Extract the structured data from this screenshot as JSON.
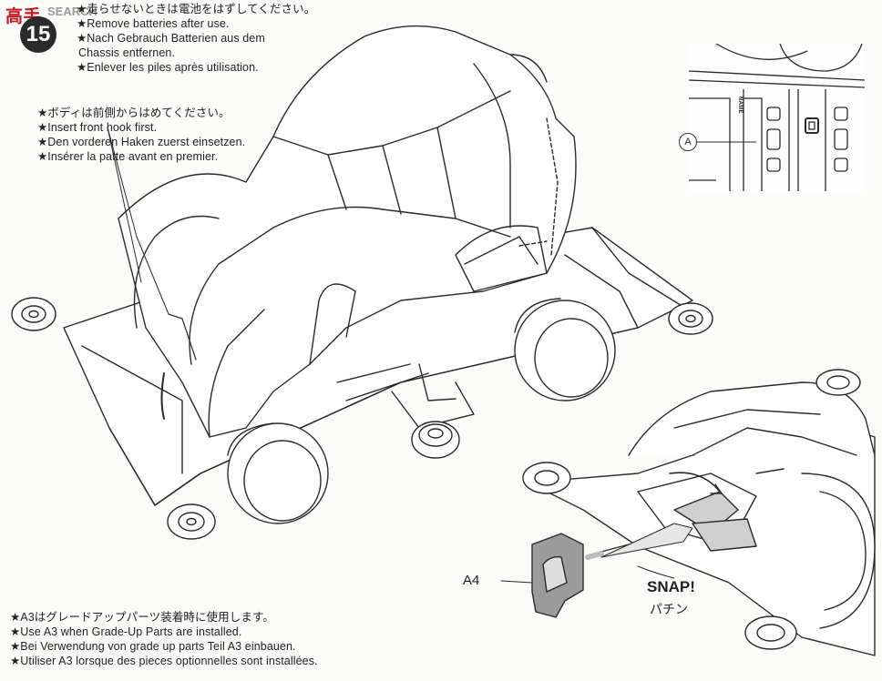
{
  "watermark": {
    "text": "高手",
    "search": "SEARCH",
    "url": "..."
  },
  "step_number": "15",
  "notes_battery": [
    "★走らせないときは電池をはずしてください。",
    "★Remove batteries after use.",
    "★Nach Gebrauch Batterien aus dem",
    "Chassis entfernen.",
    "★Enlever les piles après utilisation."
  ],
  "notes_body": [
    "★ボディは前側からはめてください。",
    "★Insert front hook first.",
    "★Den vorderen Haken zuerst einsetzen.",
    "★Insérer la patte avant en premier."
  ],
  "notes_a3": [
    "★A3はグレードアップパーツ装着時に使用します。",
    "★Use A3 when Grade-Up Parts are installed.",
    "★Bei Verwendung von grade up parts Teil A3 einbauen.",
    "★Utiliser A3 lorsque des pieces optionnelles sont installées."
  ],
  "inset": {
    "callout": "A",
    "name_label": "NAME"
  },
  "part_label": "A4",
  "snap": {
    "en": "SNAP!",
    "jp": "パチン"
  }
}
